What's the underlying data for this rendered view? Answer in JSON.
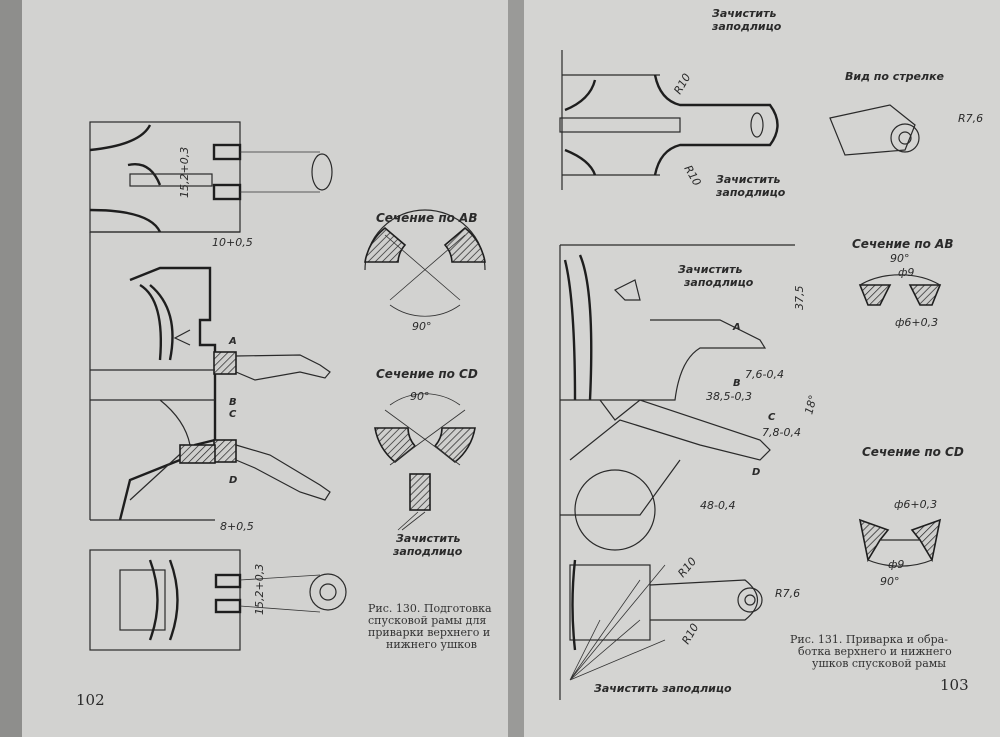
{
  "left_page": {
    "page_number": "102",
    "section_ab": "Сечение по AB",
    "section_cd": "Сечение по CD",
    "angle_ab": "90°",
    "angle_cd": "90°",
    "clean_flush_1": "Зачистить",
    "clean_flush_2": "заподлицо",
    "dims": {
      "d1": "15,2+0,3",
      "d2": "10+0,5",
      "d3": "8+0,5",
      "d4": "15,2+0,3"
    },
    "labels": {
      "a": "A",
      "b": "B",
      "c": "C",
      "d": "D"
    },
    "caption": [
      "Рис. 130. Подготовка",
      "спусковой рамы для",
      "приварки верхнего и",
      "нижнего ушков"
    ]
  },
  "right_page": {
    "page_number": "103",
    "clean_top_1": "Зачистить",
    "clean_top_2": "заподлицо",
    "clean_mid_1": "Зачистить",
    "clean_mid_2": "заподлицо",
    "clean_mid2_1": "Зачистить",
    "clean_mid2_2": "заподлицо",
    "clean_bottom": "Зачистить заподлицо",
    "arrow_view": "Вид по стрелке",
    "section_ab": "Сечение по AB",
    "section_cd": "Сечение по CD",
    "dims": {
      "r10a": "R10",
      "r10b": "R10",
      "r10c": "R10",
      "r10d": "R10",
      "r76a": "R7,6",
      "r76b": "R7,6",
      "h375": "37,5",
      "w76": "7,6-0,4",
      "w385": "38,5-0,3",
      "ang18": "18°",
      "w78": "7,8-0,4",
      "w48": "48-0,4",
      "ab_angle": "90°",
      "ab_phi9": "ф9",
      "ab_phi6": "ф6+0,3",
      "cd_angle": "90°",
      "cd_phi9": "ф9",
      "cd_phi6": "ф6+0,3"
    },
    "labels": {
      "a": "A",
      "b": "B",
      "c": "C",
      "d": "D"
    },
    "caption": [
      "Рис. 131. Приварка и обра-",
      "ботка верхнего и нижнего",
      "ушков спусковой рамы"
    ]
  }
}
